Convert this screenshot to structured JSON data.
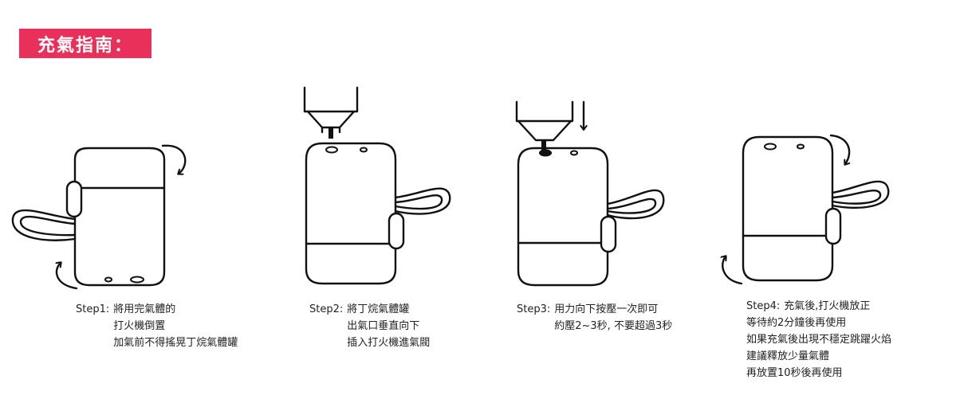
{
  "header": {
    "title": "充氣指南：",
    "accent_color": "#e8305a"
  },
  "steps": [
    {
      "label": "Step1:",
      "lines": [
        "將用完氣體的",
        "打火機倒置",
        "加氣前不得搖晃丁烷氣體罐"
      ]
    },
    {
      "label": "Step2:",
      "lines": [
        "將丁烷氣體罐",
        "出氣口垂直向下",
        "插入打火機進氣閥"
      ]
    },
    {
      "label": "Step3:",
      "lines": [
        "用力向下按壓一次即可",
        "約壓2~3秒, 不要超過3秒"
      ]
    },
    {
      "label": "Step4:",
      "lines": [
        "充氣後,打火機放正",
        "等待約2分鐘後再使用",
        "如果充氣後出現不穩定跳躍火焰",
        "建議釋放少量氣體",
        "再放置10秒後再使用"
      ]
    }
  ],
  "icons": [
    "rotate-arrow-icon",
    "down-arrow-icon"
  ],
  "line_color": "#111111"
}
